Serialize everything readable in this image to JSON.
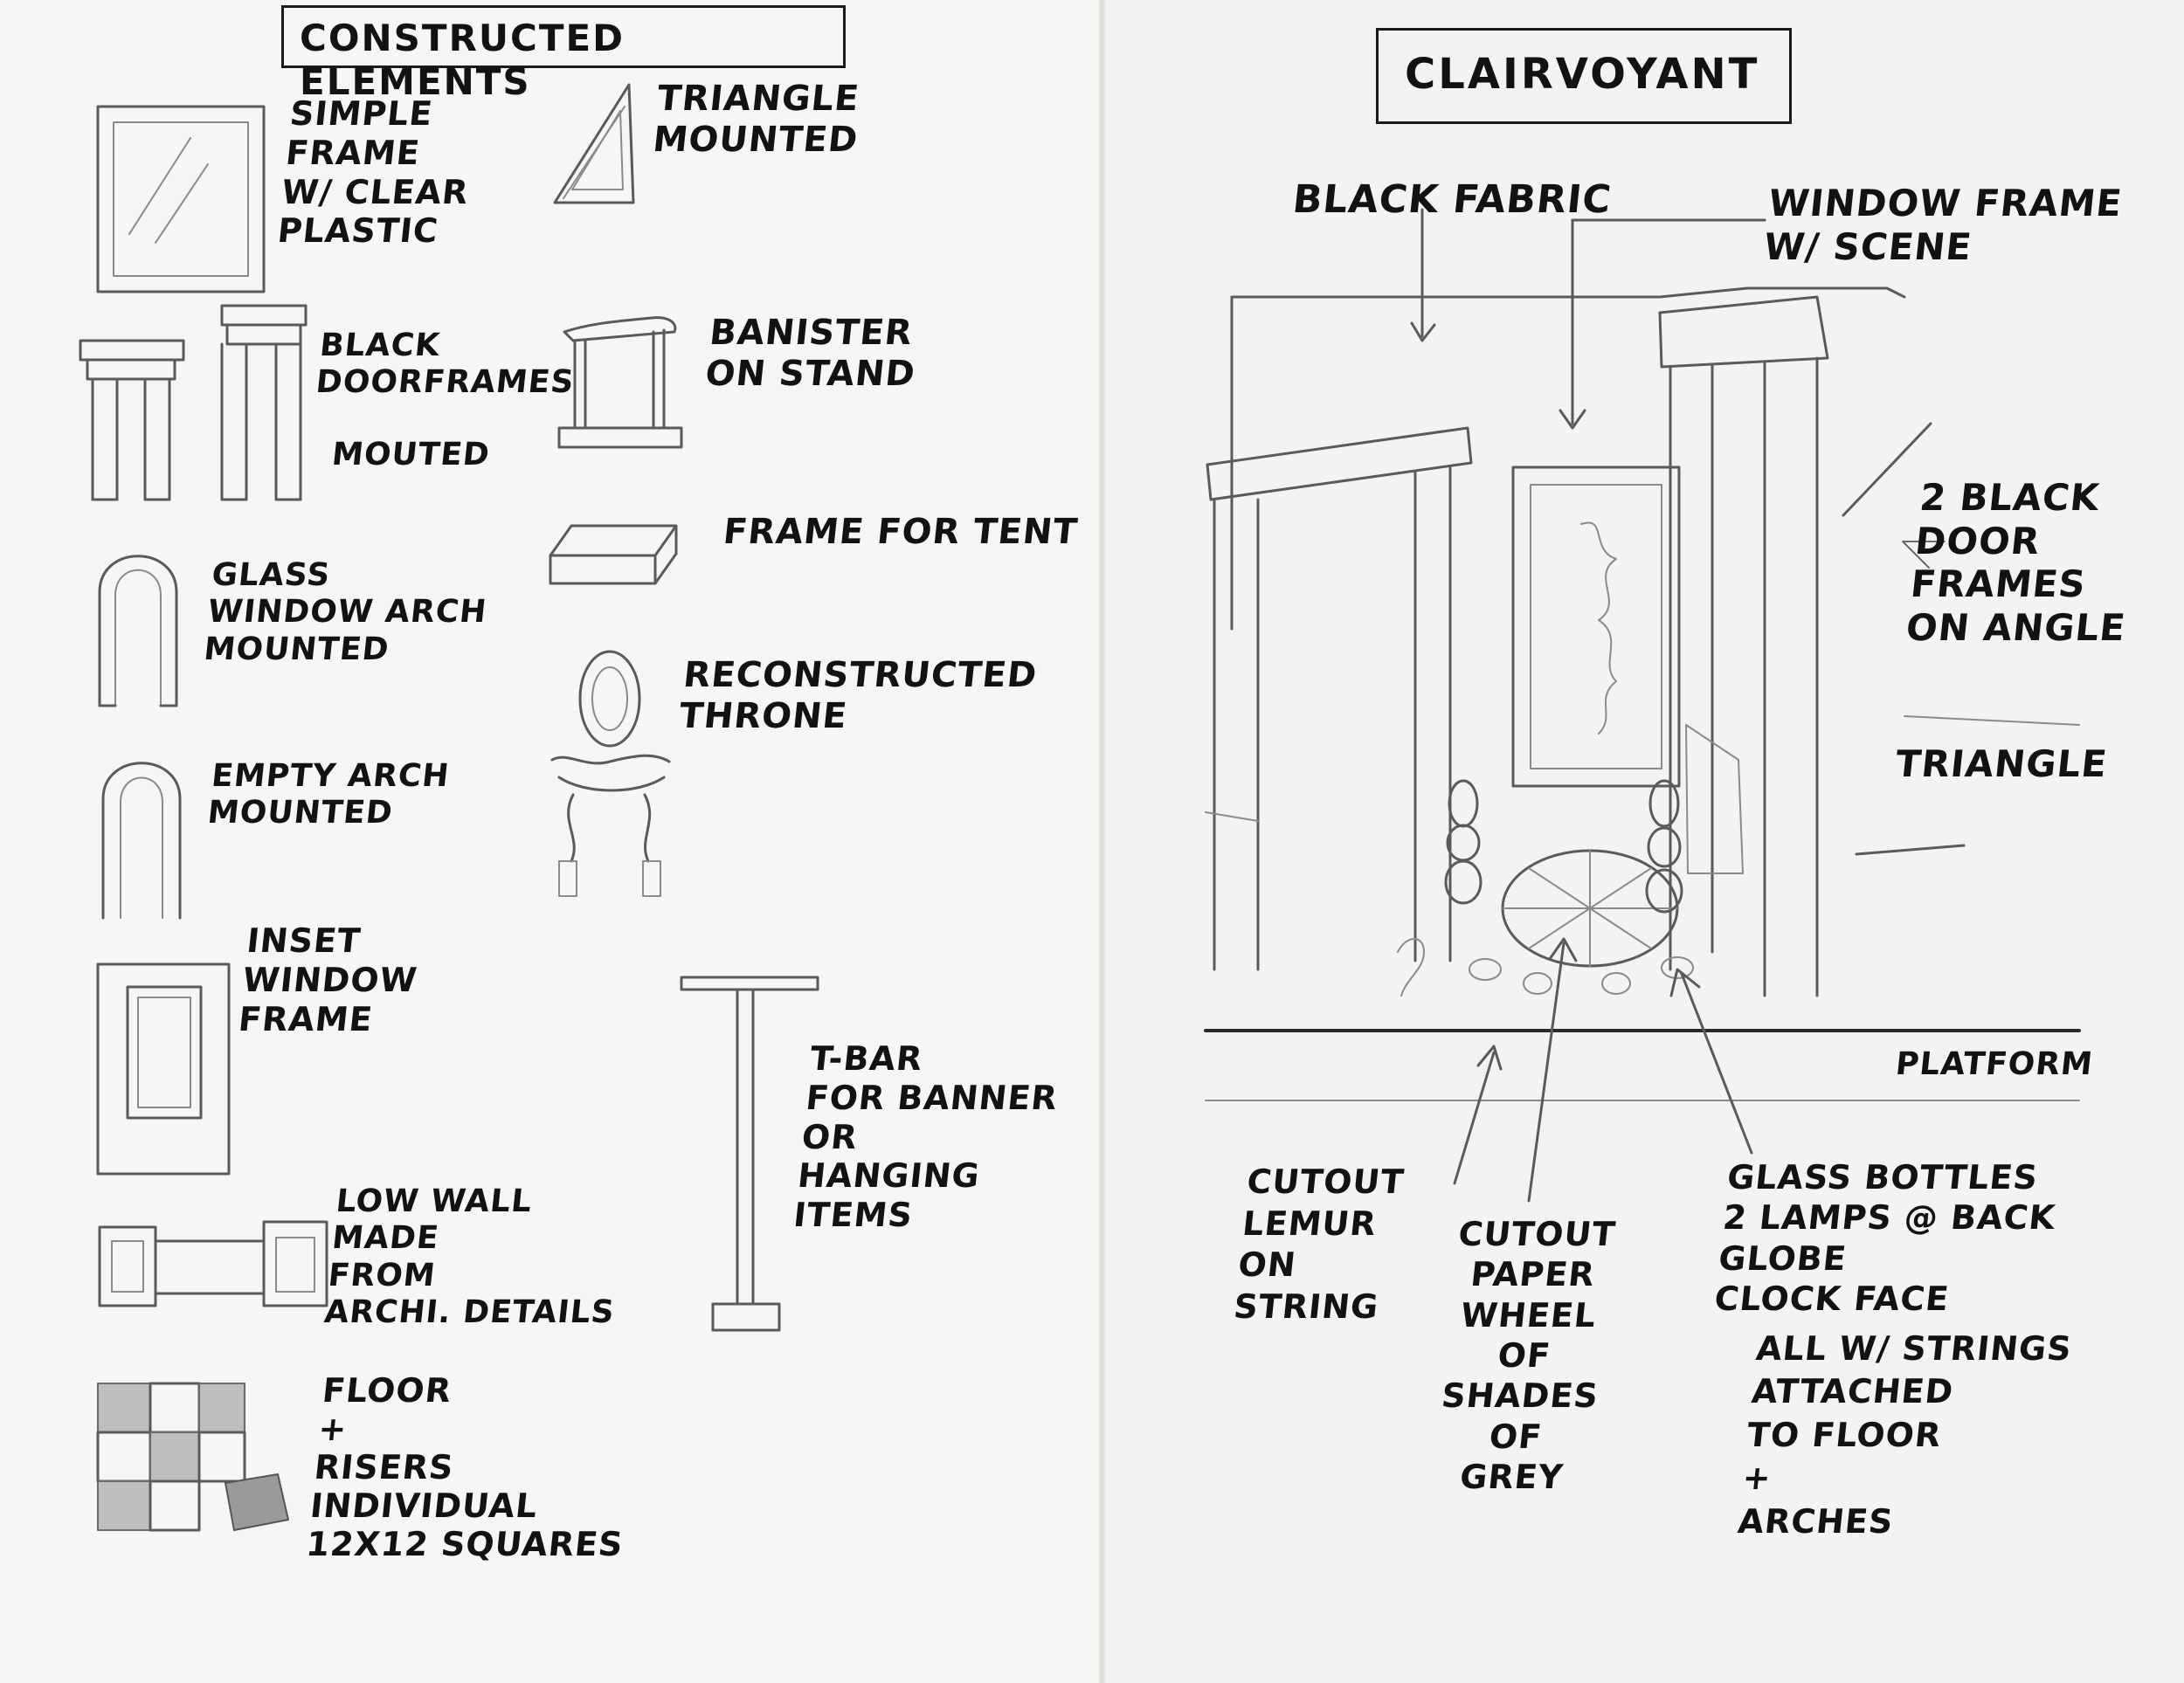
{
  "left_page": {
    "title": "CONSTRUCTED ELEMENTS",
    "items": [
      {
        "label": "SIMPLE\nFRAME\nW/ CLEAR\nPLASTIC"
      },
      {
        "label": "TRIANGLE\nMOUNTED"
      },
      {
        "label": "BLACK\nDOORFRAMES"
      },
      {
        "label": "MOUTED"
      },
      {
        "label": "BANISTER\nON STAND"
      },
      {
        "label": "GLASS\nWINDOW ARCH\nMOUNTED"
      },
      {
        "label": "FRAME FOR TENT"
      },
      {
        "label": "RECONSTRUCTED\nTHRONE"
      },
      {
        "label": "EMPTY ARCH\nMOUNTED"
      },
      {
        "label": "INSET\nWINDOW\nFRAME"
      },
      {
        "label": "T-BAR\nFOR BANNER\nOR\nHANGING\nITEMS"
      },
      {
        "label": "LOW WALL\nMADE\nFROM\nARCHI. DETAILS"
      },
      {
        "label": "FLOOR\n+\nRISERS\nINDIVIDUAL\n12x12 SQUARES"
      }
    ]
  },
  "right_page": {
    "title": "CLAIRVOYANT",
    "annotations": [
      {
        "label": "BLACK FABRIC"
      },
      {
        "label": "WINDOW FRAME\nW/ SCENE"
      },
      {
        "label": "2 BLACK\nDOOR FRAMES\nON ANGLE"
      },
      {
        "label": "TRIANGLE"
      },
      {
        "label": "PLATFORM"
      },
      {
        "label": "CUTOUT\nLEMUR\nON\nSTRING"
      },
      {
        "label": "CUTOUT\nPAPER\nWHEEL\nOF\nSHADES\nOF\nGREY"
      },
      {
        "label": "GLASS BOTTLES\n2 LAMPS @ BACK\nGLOBE\nCLOCK FACE"
      },
      {
        "label": "ALL W/ STRINGS\nATTACHED\nTO FLOOR\n+\nARCHES"
      }
    ]
  },
  "colors": {
    "paper": "#f6f6f4",
    "ink": "#161616",
    "pencil": "#5a5a5a"
  },
  "icons": [
    "frame-sketch",
    "triangle-sketch",
    "doorframe-sketch",
    "banister-sketch",
    "arch-sketch",
    "tent-frame-sketch",
    "throne-sketch",
    "inset-window-sketch",
    "t-bar-sketch",
    "low-wall-sketch",
    "floor-tiles-sketch",
    "stage-scene-sketch"
  ]
}
